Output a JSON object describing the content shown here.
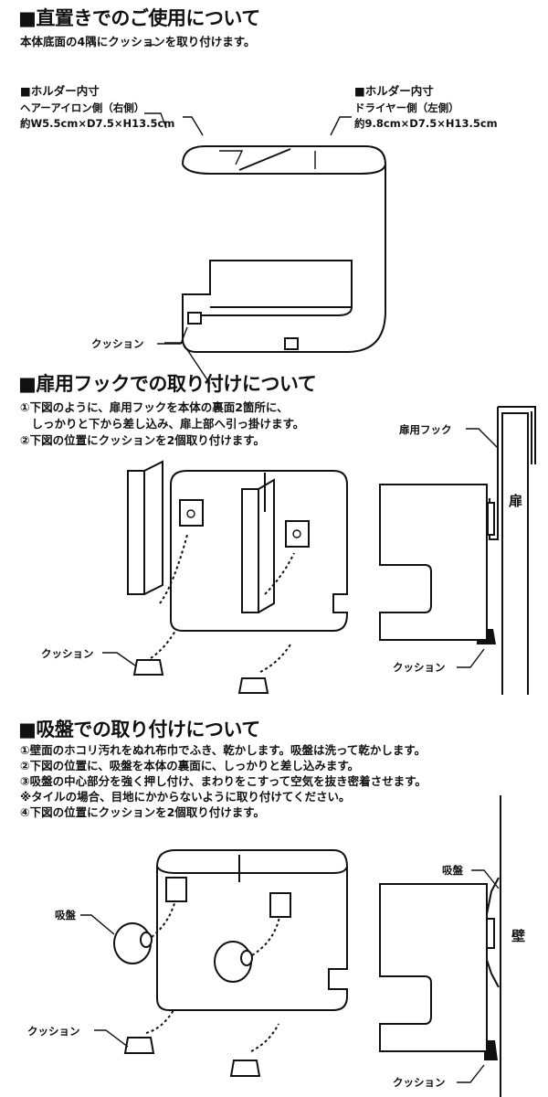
{
  "section1": {
    "title": "■直置きでのご使用について",
    "desc": "本体底面の4隅にクッションを取り付けます。",
    "holder_left": {
      "heading": "■ホルダー内寸",
      "side": "ヘアーアイロン側（右側）",
      "size": "約W5.5cm×D7.5×H13.5cm"
    },
    "holder_right": {
      "heading": "■ホルダー内寸",
      "side": "ドライヤー側（左側）",
      "size": "約9.8cm×D7.5×H13.5cm"
    },
    "cushion_label": "クッション"
  },
  "section2": {
    "title": "■扉用フックでの取り付けについて",
    "steps": [
      "①下図のように、扉用フックを本体の裏面2箇所に、",
      "　しっかりと下から差し込み、扉上部へ引っ掛けます。",
      "②下図の位置にクッションを2個取り付けます。"
    ],
    "hook_label": "扉用フック",
    "door_label": "扉",
    "cushion_label_left": "クッション",
    "cushion_label_right": "クッション"
  },
  "section3": {
    "title": "■吸盤での取り付けについて",
    "steps": [
      "①壁面のホコリ汚れをぬれ布巾でふき、乾かします。吸盤は洗って乾かします。",
      "②下図の位置に、吸盤を本体の裏面に、しっかりと差し込みます。",
      "③吸盤の中心部分を強く押し付け、まわりをこすって空気を抜き密着させます。",
      "※タイルの場合、目地にかからないように取り付けてください。",
      "④下図の位置にクッションを2個取り付けます。"
    ],
    "suction_label_left": "吸盤",
    "suction_label_right": "吸盤",
    "wall_label": "壁",
    "cushion_label_left": "クッション",
    "cushion_label_right": "クッション"
  }
}
